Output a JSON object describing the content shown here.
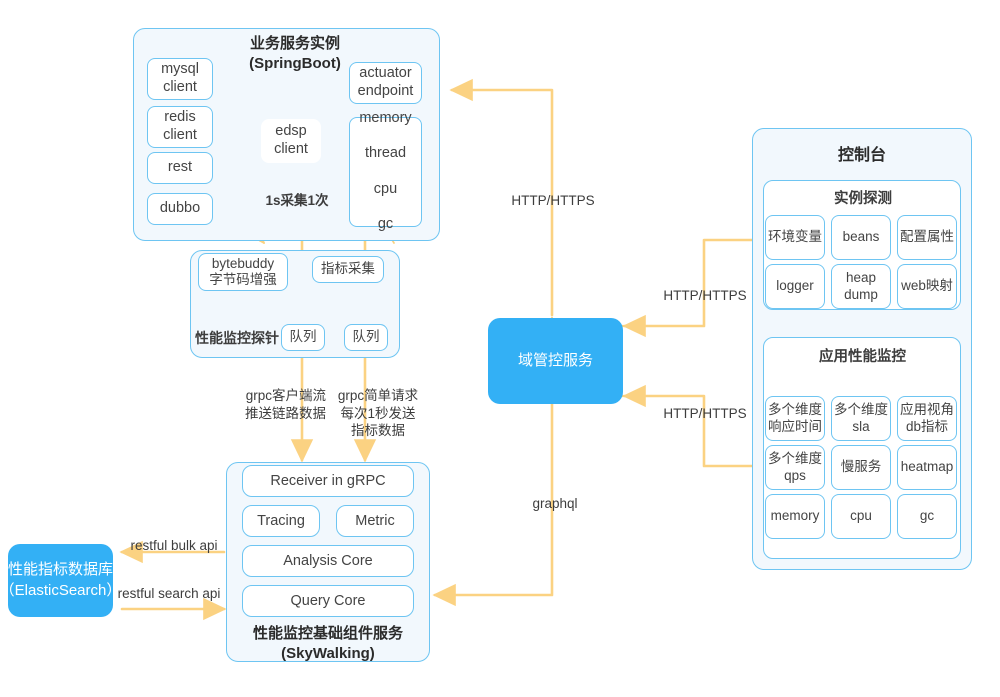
{
  "diagram": {
    "type": "architecture-diagram",
    "accent_blue": "#33b0f5",
    "border_blue": "#6ec5f2",
    "panel_fill": "#f2f8fd",
    "arrow_yellow": "#fbd282"
  },
  "springboot_panel": {
    "title": "业务服务实例\n(SpringBoot)",
    "clients": [
      {
        "label": "mysql\nclient"
      },
      {
        "label": "redis\nclient"
      },
      {
        "label": "rest"
      },
      {
        "label": "dubbo"
      }
    ],
    "edsp": {
      "label": "edsp\nclient"
    },
    "sample_note": "1s采集1次",
    "actuator": {
      "label": "actuator\nendpoint"
    },
    "metrics": {
      "label": "memory\n\nthread\n\ncpu\n\ngc"
    }
  },
  "probe_panel": {
    "title": "性能监控探针",
    "bytebuddy": {
      "label": "bytebuddy\n字节码增强"
    },
    "collector": {
      "label": "指标采集"
    },
    "queues": [
      {
        "label": "队列"
      },
      {
        "label": "队列"
      }
    ]
  },
  "skywalking_panel": {
    "title": "性能监控基础组件服务\n(SkyWalking)",
    "receiver": {
      "label": "Receiver in gRPC"
    },
    "tracing": {
      "label": "Tracing"
    },
    "metric": {
      "label": "Metric"
    },
    "analysis_core": {
      "label": "Analysis Core"
    },
    "query_core": {
      "label": "Query Core"
    }
  },
  "domain_service": {
    "label": "域管控服务"
  },
  "storage": {
    "label": "性能指标数据库\n（ElasticSearch）"
  },
  "console_panel": {
    "title": "控制台",
    "instance_probe": {
      "title": "实例探测",
      "items": [
        {
          "label": "环境变量"
        },
        {
          "label": "beans"
        },
        {
          "label": "配置属性"
        },
        {
          "label": "logger"
        },
        {
          "label": "heap\ndump"
        },
        {
          "label": "web映射"
        }
      ]
    },
    "apm": {
      "title": "应用性能监控",
      "items": [
        {
          "label": "多个维度\n响应时间"
        },
        {
          "label": "多个维度\nsla"
        },
        {
          "label": "应用视角\ndb指标"
        },
        {
          "label": "多个维度\nqps"
        },
        {
          "label": "慢服务"
        },
        {
          "label": "heatmap"
        },
        {
          "label": "memory"
        },
        {
          "label": "cpu"
        },
        {
          "label": "gc"
        }
      ]
    }
  },
  "edges": [
    {
      "id": "http-top",
      "label": "HTTP/HTTPS"
    },
    {
      "id": "http-upper",
      "label": "HTTP/HTTPS"
    },
    {
      "id": "http-lower",
      "label": "HTTP/HTTPS"
    },
    {
      "id": "graphql",
      "label": "graphql"
    },
    {
      "id": "grpc-stream",
      "label": "grpc客户端流\n推送链路数据"
    },
    {
      "id": "grpc-simple",
      "label": "grpc简单请求\n每次1秒发送\n指标数据"
    },
    {
      "id": "bulk-api",
      "label": "restful bulk api"
    },
    {
      "id": "search-api",
      "label": "restful search api"
    }
  ]
}
